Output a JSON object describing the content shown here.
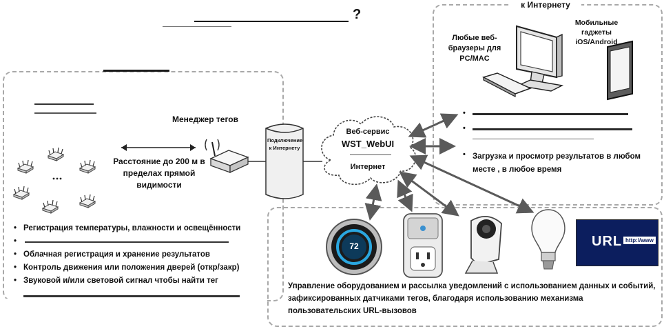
{
  "top_question_mark": "?",
  "sensors": {
    "distance_text": "Расстояние до 200 м в пределах прямой видимости",
    "tag_manager_label": "Менеджер тегов",
    "bullets": [
      "Регистрация температуры, влажности и освещённости",
      "Облачная регистрация и хранение результатов",
      "Контроль движения или положения дверей (откр/закр)",
      "Звуковой и/или световой сигнал чтобы найти тег"
    ]
  },
  "gateway_label": "Подключение к Интернету",
  "cloud": {
    "service_label": "Веб-сервис",
    "service_name": "WST_WebUI",
    "internet_label": "Интернет"
  },
  "clients": {
    "header": "к Интернету",
    "browsers_label": "Любые веб-браузеры для PC/MAC",
    "mobile_label": "Мобильные гаджеты iOS/Android",
    "bullet_visible": "Загрузка и просмотр результатов в любом месте , в любое время"
  },
  "devices": {
    "thermostat_display": "72",
    "url_sign": "URL",
    "url_sign_small": "http://www",
    "caption": "Управление оборудованием и рассылка уведомлений с использованием данных и событий, зафиксированных датчиками тегов, благодаря использованию механизма пользовательских URL-вызовов"
  },
  "colors": {
    "arrow": "#5a5a5a",
    "dash": "#a8a8a8",
    "url_bg": "#0c1e5e"
  },
  "icons": [
    "sensor-tag-icon",
    "tag-manager-router-icon",
    "gateway-cylinder-icon",
    "cloud-icon",
    "monitor-icon",
    "keyboard-icon",
    "tablet-icon",
    "thermostat-icon",
    "smart-plug-icon",
    "camera-icon",
    "light-bulb-icon",
    "url-sign-icon"
  ]
}
